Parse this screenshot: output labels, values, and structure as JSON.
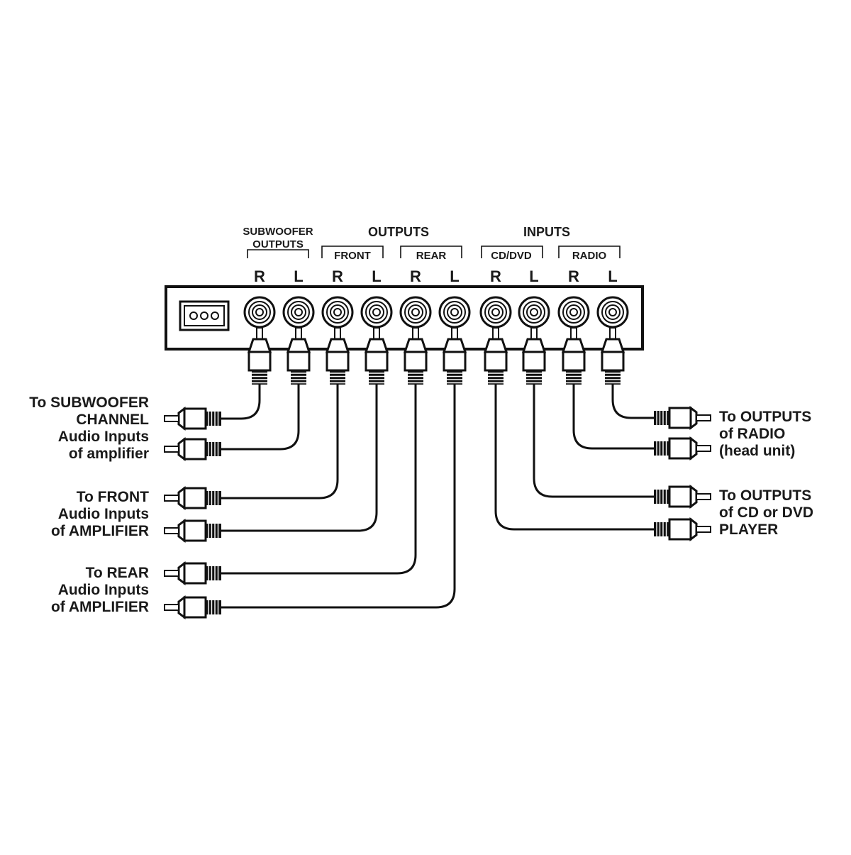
{
  "header": {
    "subwoofer": [
      "SUBWOOFER",
      "OUTPUTS"
    ],
    "outputs": "OUTPUTS",
    "inputs": "INPUTS",
    "groups": [
      "FRONT",
      "REAR",
      "CD/DVD",
      "RADIO"
    ]
  },
  "channel_labels": [
    "R",
    "L",
    "R",
    "L",
    "R",
    "L",
    "R",
    "L",
    "R",
    "L"
  ],
  "left_labels": [
    [
      "To SUBWOOFER",
      "CHANNEL",
      "Audio Inputs",
      "of amplifier"
    ],
    [
      "To FRONT",
      "Audio Inputs",
      "of AMPLIFIER"
    ],
    [
      "To REAR",
      "Audio Inputs",
      "of AMPLIFIER"
    ]
  ],
  "right_labels": [
    [
      "To OUTPUTS",
      "of RADIO",
      "(head unit)"
    ],
    [
      "To OUTPUTS",
      "of CD or DVD",
      "PLAYER"
    ]
  ]
}
